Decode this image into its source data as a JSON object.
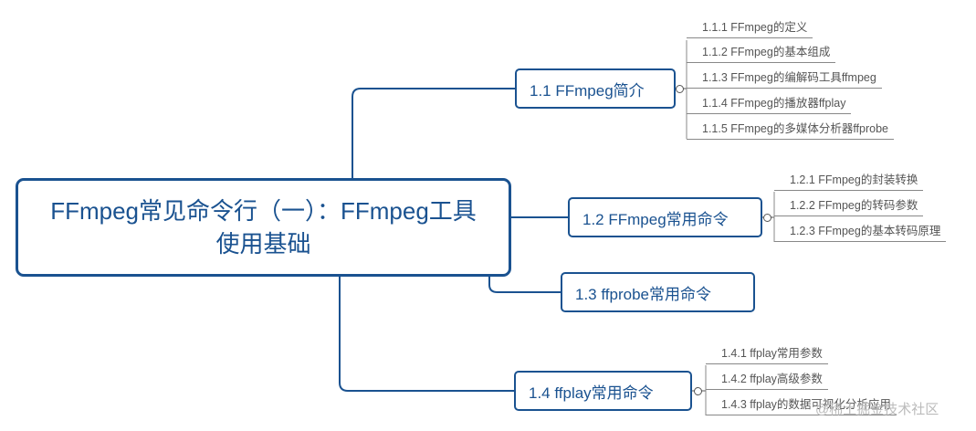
{
  "root": {
    "title": "FFmpeg常见命令行（一）：FFmpeg工具使用基础"
  },
  "topics": [
    {
      "label": "1.1 FFmpeg简介",
      "subtopics": [
        "1.1.1 FFmpeg的定义",
        "1.1.2 FFmpeg的基本组成",
        "1.1.3 FFmpeg的编解码工具ffmpeg",
        "1.1.4 FFmpeg的播放器ffplay",
        "1.1.5 FFmpeg的多媒体分析器ffprobe"
      ]
    },
    {
      "label": "1.2 FFmpeg常用命令",
      "subtopics": [
        "1.2.1 FFmpeg的封装转换",
        "1.2.2 FFmpeg的转码参数",
        "1.2.3 FFmpeg的基本转码原理"
      ]
    },
    {
      "label": "1.3  ffprobe常用命令",
      "subtopics": []
    },
    {
      "label": "1.4 ffplay常用命令",
      "subtopics": [
        "1.4.1 ffplay常用参数",
        "1.4.2 ffplay高级参数",
        "1.4.3 ffplay的数据可视化分析应用"
      ]
    }
  ],
  "watermark": "@稀土掘金技术社区",
  "colors": {
    "branch": "#1a5290",
    "leaf_line": "#888888"
  }
}
